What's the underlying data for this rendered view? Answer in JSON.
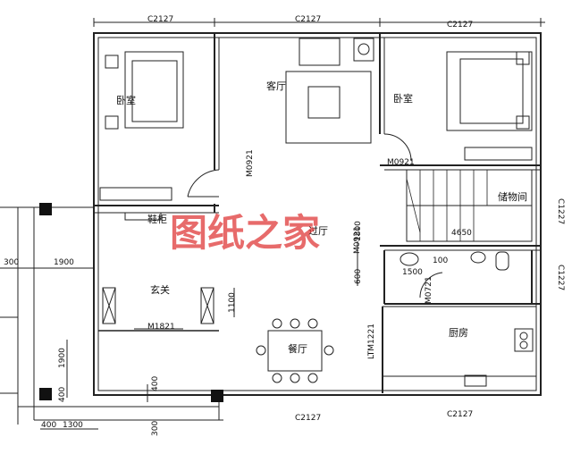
{
  "window_codes": {
    "top_left": "C2127",
    "top_mid": "C2127",
    "top_right": "C2127",
    "bottom_mid": "C2127",
    "bottom_right": "C2127",
    "right_upper": "C1227",
    "right_lower": "C1227"
  },
  "door_codes": {
    "living_room_door": "M0921",
    "right_bedroom_door": "M0921",
    "stair_side_door": "M0921",
    "kitchen_side_door": "M0721",
    "entrance_door": "M1821",
    "kitchen_door": "LTM1221"
  },
  "rooms": {
    "bedroom_left": "卧室",
    "living_room": "客厅",
    "bedroom_right": "卧室",
    "storage": "储物间",
    "shoe_cabinet": "鞋柜",
    "hall": "过厅",
    "foyer": "玄关",
    "dining": "餐厅",
    "kitchen": "厨房",
    "stair_dim": "4650"
  },
  "dimensions": {
    "d300_left": "300",
    "d1900_top": "1900",
    "d1900_side": "1900",
    "d400_a": "400",
    "d400_b": "400",
    "d1300": "1300",
    "d300_bottom": "300",
    "d1100": "1100",
    "d600": "600",
    "d1500": "1500",
    "d100": "100",
    "d1800": "1800",
    "d400_c": "400"
  },
  "watermark": "图纸之家"
}
